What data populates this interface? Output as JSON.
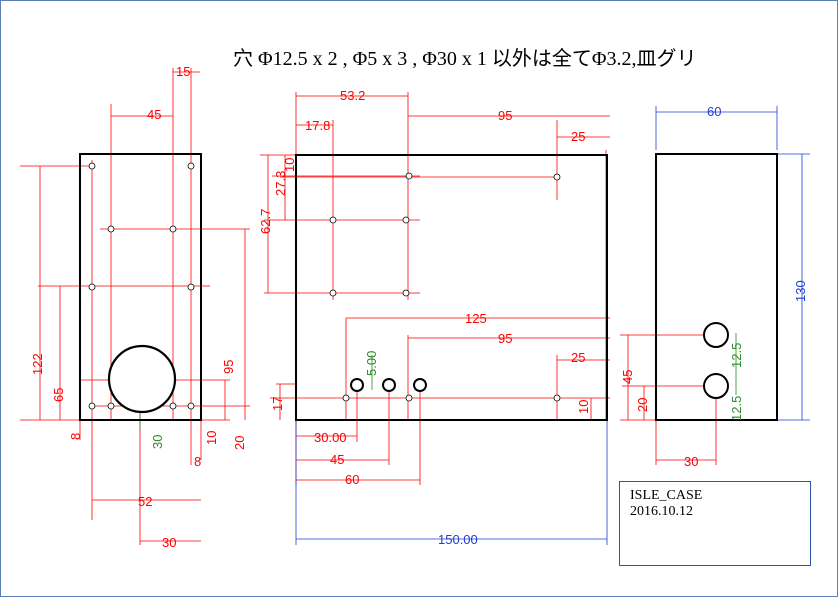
{
  "note": "穴 Φ12.5 x 2 , Φ5 x 3 , Φ30 x 1 以外は全てΦ3.2,皿グリ",
  "title_block": {
    "name": "ISLE_CASE",
    "date": "2016.10.12"
  },
  "dims": {
    "d15": "15",
    "d45top": "45",
    "d122": "122",
    "d65": "65",
    "d8a": "8",
    "d30g": "30",
    "d8b": "8",
    "d10a": "10",
    "d20a": "20",
    "d95side": "95",
    "d52": "52",
    "d30bot": "30",
    "d53_2": "53.2",
    "d95top": "95",
    "d17_8": "17.8",
    "d25a": "25",
    "d10b": "10",
    "d27_3": "27.3",
    "d62_7": "62.7",
    "d125": "125",
    "d95mid": "95",
    "d5_00": "5.00",
    "d25b": "25",
    "d45r": "45",
    "d17": "17",
    "d10c": "10",
    "d30_00": "30.00",
    "d45b": "45",
    "d60b": "60",
    "d150": "150.00",
    "d60r": "60",
    "d130": "130",
    "d12_5a": "12.5",
    "d12_5b": "12.5",
    "d20r": "20",
    "d30r": "30"
  },
  "colors": {
    "outline": "#000000",
    "dim_red": "#ff0000",
    "dim_blue": "#1f3fd0",
    "dim_green": "#2a8a2a",
    "frame": "#5a7fb5"
  }
}
